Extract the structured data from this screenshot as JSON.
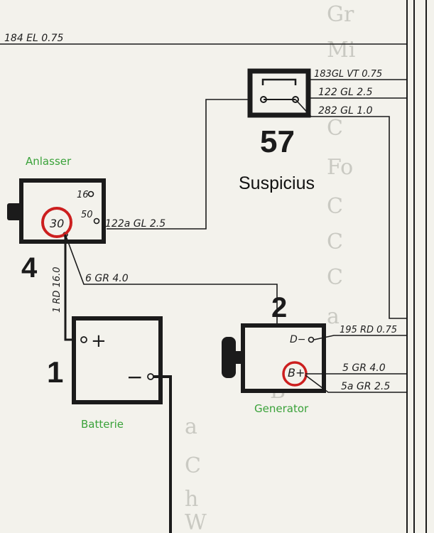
{
  "background_text": [
    "Gr",
    "Mi",
    "C",
    "Fo",
    "C",
    "C",
    "C",
    "a",
    "a",
    "B",
    "a",
    "C",
    "h",
    "W"
  ],
  "top_wire_label": "184 EL 0.75",
  "components": {
    "relay57": {
      "number": "57",
      "wires": [
        "183GL VT 0.75",
        "122 GL 2.5",
        "282 GL 1.0"
      ]
    },
    "starter": {
      "number": "4",
      "label": "Anlasser",
      "terminals": {
        "t16": "16",
        "t50": "50",
        "t30": "30"
      },
      "wire_out": "122a GL 2.5",
      "wire_down": "1 RD 16.0",
      "wire_gr": "6 GR 4.0"
    },
    "battery": {
      "number": "1",
      "label": "Batterie",
      "plus": "+",
      "minus": "−"
    },
    "generator": {
      "number": "2",
      "label": "Generator",
      "terminals": {
        "dminus": "D−",
        "bplus": "B+"
      },
      "wires": [
        "195 RD 0.75",
        "5 GR 4.0",
        "5a GR 2.5"
      ]
    }
  },
  "annotation": "Suspicius",
  "colors": {
    "ink": "#1b1b1b",
    "paper": "#f3f2ec",
    "highlight": "#cc1f1f",
    "label_green": "#3aa23a"
  }
}
